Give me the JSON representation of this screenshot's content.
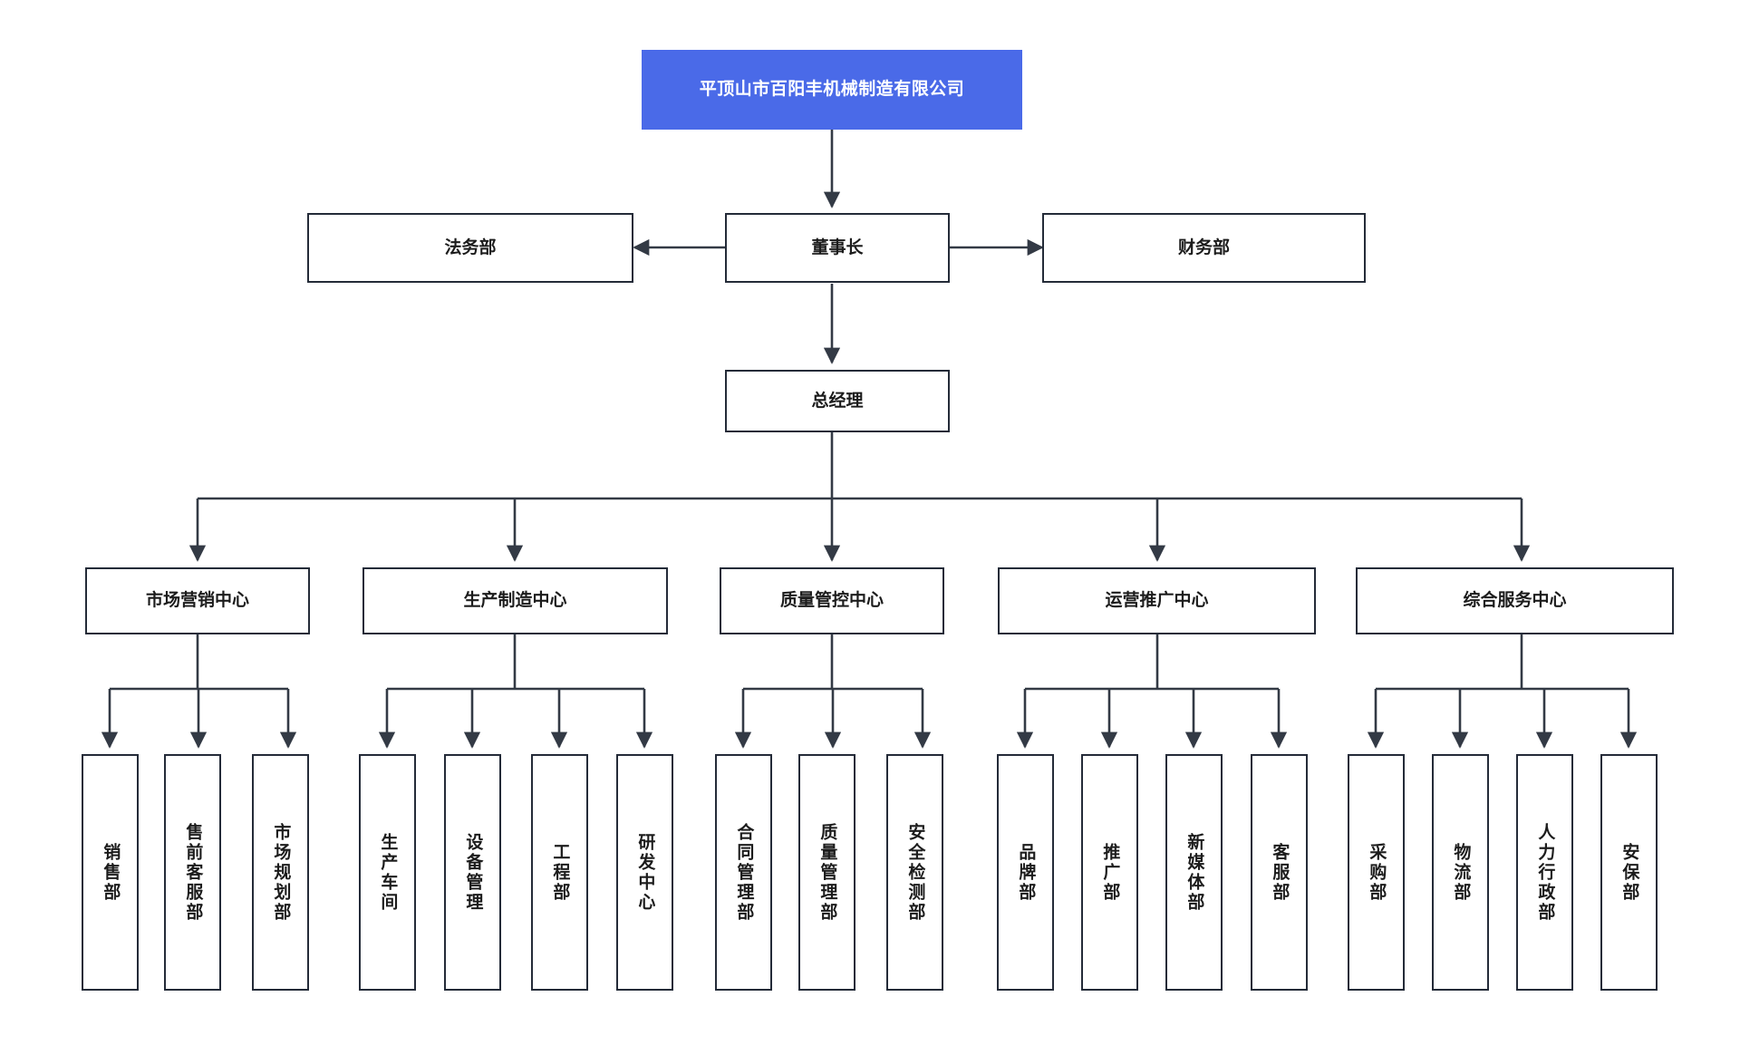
{
  "chart_data": {
    "type": "diagram",
    "diagram_kind": "organizational-chart",
    "title": "平顶山市百阳丰机械制造有限公司",
    "orientation": "top-down",
    "colors": {
      "root_fill": "#4a6ae8",
      "root_text": "#ffffff",
      "node_fill": "#ffffff",
      "node_border": "#242b38",
      "node_text": "#1c1c1c",
      "connector": "#333a45",
      "background": "#ffffff"
    },
    "levels": [
      {
        "level": 0,
        "labels": [
          "平顶山市百阳丰机械制造有限公司"
        ]
      },
      {
        "level": 1,
        "labels": [
          "法务部",
          "董事长",
          "财务部"
        ]
      },
      {
        "level": 2,
        "labels": [
          "总经理"
        ]
      },
      {
        "level": 3,
        "labels": [
          "市场营销中心",
          "生产制造中心",
          "质量管控中心",
          "运营推广中心",
          "综合服务中心"
        ]
      },
      {
        "level": 4,
        "labels": [
          "销售部",
          "售前客服部",
          "市场规划部",
          "生产车间",
          "设备管理",
          "工程部",
          "研发中心",
          "合同管理部",
          "质量管理部",
          "安全检测部",
          "品牌部",
          "推广部",
          "新媒体部",
          "客服部",
          "采购部",
          "物流部",
          "人力行政部",
          "安保部"
        ]
      }
    ],
    "edges": [
      {
        "from": "平顶山市百阳丰机械制造有限公司",
        "to": "董事长",
        "style": "arrow-down"
      },
      {
        "from": "董事长",
        "to": "法务部",
        "style": "arrow-left"
      },
      {
        "from": "董事长",
        "to": "财务部",
        "style": "arrow-right"
      },
      {
        "from": "董事长",
        "to": "总经理",
        "style": "arrow-down"
      },
      {
        "from": "总经理",
        "to": "市场营销中心",
        "style": "arrow-down"
      },
      {
        "from": "总经理",
        "to": "生产制造中心",
        "style": "arrow-down"
      },
      {
        "from": "总经理",
        "to": "质量管控中心",
        "style": "arrow-down"
      },
      {
        "from": "总经理",
        "to": "运营推广中心",
        "style": "arrow-down"
      },
      {
        "from": "总经理",
        "to": "综合服务中心",
        "style": "arrow-down"
      },
      {
        "from": "市场营销中心",
        "to": "销售部",
        "style": "arrow-down"
      },
      {
        "from": "市场营销中心",
        "to": "售前客服部",
        "style": "arrow-down"
      },
      {
        "from": "市场营销中心",
        "to": "市场规划部",
        "style": "arrow-down"
      },
      {
        "from": "生产制造中心",
        "to": "生产车间",
        "style": "arrow-down"
      },
      {
        "from": "生产制造中心",
        "to": "设备管理",
        "style": "arrow-down"
      },
      {
        "from": "生产制造中心",
        "to": "工程部",
        "style": "arrow-down"
      },
      {
        "from": "生产制造中心",
        "to": "研发中心",
        "style": "arrow-down"
      },
      {
        "from": "质量管控中心",
        "to": "合同管理部",
        "style": "arrow-down"
      },
      {
        "from": "质量管控中心",
        "to": "质量管理部",
        "style": "arrow-down"
      },
      {
        "from": "质量管控中心",
        "to": "安全检测部",
        "style": "arrow-down"
      },
      {
        "from": "运营推广中心",
        "to": "品牌部",
        "style": "arrow-down"
      },
      {
        "from": "运营推广中心",
        "to": "推广部",
        "style": "arrow-down"
      },
      {
        "from": "运营推广中心",
        "to": "新媒体部",
        "style": "arrow-down"
      },
      {
        "from": "运营推广中心",
        "to": "客服部",
        "style": "arrow-down"
      },
      {
        "from": "综合服务中心",
        "to": "采购部",
        "style": "arrow-down"
      },
      {
        "from": "综合服务中心",
        "to": "物流部",
        "style": "arrow-down"
      },
      {
        "from": "综合服务中心",
        "to": "人力行政部",
        "style": "arrow-down"
      },
      {
        "from": "综合服务中心",
        "to": "安保部",
        "style": "arrow-down"
      }
    ]
  },
  "org": {
    "root": {
      "label": "平顶山市百阳丰机械制造有限公司"
    },
    "chairman": {
      "label": "董事长"
    },
    "legal": {
      "label": "法务部"
    },
    "finance": {
      "label": "财务部"
    },
    "gm": {
      "label": "总经理"
    },
    "centers": [
      {
        "label": "市场营销中心",
        "children": [
          {
            "label": "销售部"
          },
          {
            "label": "售前客服部"
          },
          {
            "label": "市场规划部"
          }
        ]
      },
      {
        "label": "生产制造中心",
        "children": [
          {
            "label": "生产车间"
          },
          {
            "label": "设备管理"
          },
          {
            "label": "工程部"
          },
          {
            "label": "研发中心"
          }
        ]
      },
      {
        "label": "质量管控中心",
        "children": [
          {
            "label": "合同管理部"
          },
          {
            "label": "质量管理部"
          },
          {
            "label": "安全检测部"
          }
        ]
      },
      {
        "label": "运营推广中心",
        "children": [
          {
            "label": "品牌部"
          },
          {
            "label": "推广部"
          },
          {
            "label": "新媒体部"
          },
          {
            "label": "客服部"
          }
        ]
      },
      {
        "label": "综合服务中心",
        "children": [
          {
            "label": "采购部"
          },
          {
            "label": "物流部"
          },
          {
            "label": "人力行政部"
          },
          {
            "label": "安保部"
          }
        ]
      }
    ]
  }
}
